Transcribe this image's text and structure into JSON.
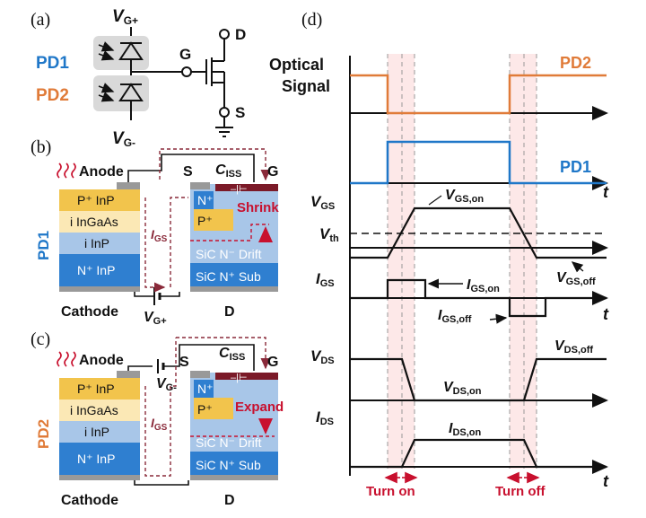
{
  "panels": {
    "a": "(a)",
    "b": "(b)",
    "c": "(c)",
    "d": "(d)"
  },
  "circuit": {
    "vg_plus": "V",
    "vg_plus_sub": "G+",
    "vg_minus": "V",
    "vg_minus_sub": "G-",
    "pd1": "PD1",
    "pd2": "PD2",
    "gate": "G",
    "drain": "D",
    "source": "S"
  },
  "device_b": {
    "anode": "Anode",
    "cathode": "Cathode",
    "layers": [
      "P⁺ InP",
      "i InGaAs",
      "i InP",
      "N⁺ InP"
    ],
    "side_label": "PD1",
    "igs": "I",
    "igs_sub": "GS",
    "ciss": "C",
    "ciss_sub": "ISS",
    "source": "S",
    "gate": "G",
    "drain": "D",
    "vsrc": "V",
    "vsrc_sub": "G+",
    "mos_layers": {
      "n_plus": "N⁺",
      "p_plus": "P⁺",
      "drift": "SiC N⁻ Drift",
      "sub": "SiC N⁺ Sub"
    },
    "annotation": "Shrink"
  },
  "device_c": {
    "anode": "Anode",
    "cathode": "Cathode",
    "layers": [
      "P⁺ InP",
      "i InGaAs",
      "i InP",
      "N⁺ InP"
    ],
    "side_label": "PD2",
    "igs": "I",
    "igs_sub": "GS",
    "ciss": "C",
    "ciss_sub": "ISS",
    "source": "S",
    "gate": "G",
    "drain": "D",
    "vsrc": "V",
    "vsrc_sub": "G-",
    "mos_layers": {
      "n_plus": "N⁺",
      "p_plus": "P⁺",
      "drift": "SiC N⁻ Drift",
      "sub": "SiC N⁺ Sub"
    },
    "annotation": "Expand"
  },
  "timing": {
    "optical_label_1": "Optical",
    "optical_label_2": "Signal",
    "pd2": "PD2",
    "pd1": "PD1",
    "t": "t",
    "vgs": "V",
    "vgs_sub": "GS",
    "vth": "V",
    "vth_sub": "th",
    "vgs_on": "V",
    "vgs_on_sub": "GS,on",
    "vgs_off": "V",
    "vgs_off_sub": "GS,off",
    "igs": "I",
    "igs_sub": "GS",
    "igs_on": "I",
    "igs_on_sub": "GS,on",
    "igs_off": "I",
    "igs_off_sub": "GS,off",
    "vds": "V",
    "vds_sub": "DS",
    "vds_off": "V",
    "vds_off_sub": "DS,off",
    "vds_on": "V",
    "vds_on_sub": "DS,on",
    "ids": "I",
    "ids_sub": "DS",
    "ids_on": "I",
    "ids_on_sub": "DS,on",
    "turn_on": "Turn on",
    "turn_off": "Turn off"
  },
  "colors": {
    "pd2_orange": "#e07b39",
    "pd1_blue": "#1f77c8",
    "red": "#c8102e",
    "p_inp": "#f2c44c",
    "i_ingaas": "#fbe8b5",
    "i_inp": "#a8c6e8",
    "n_inp": "#2f7fd0",
    "drift": "#a8c6e8",
    "sub": "#2f7fd0",
    "gate_red": "#7b1a28"
  }
}
